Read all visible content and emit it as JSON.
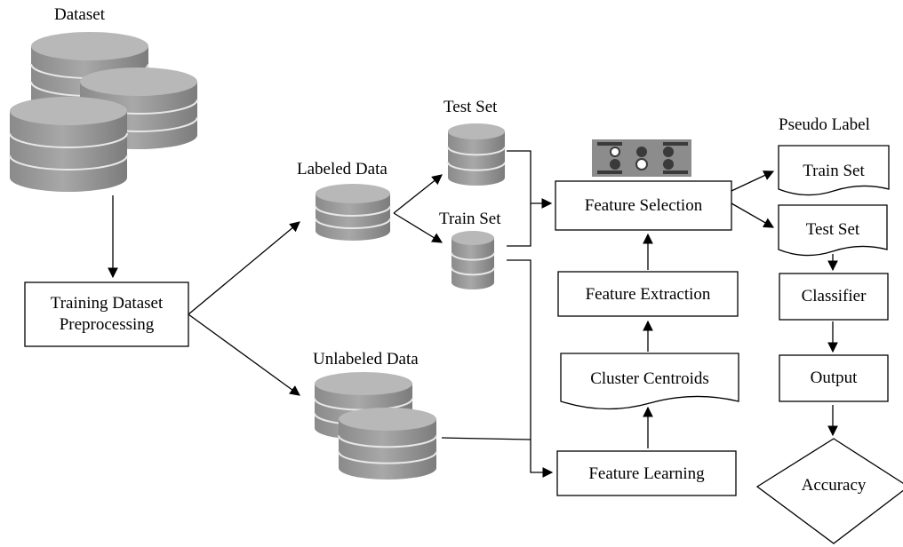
{
  "labels": {
    "dataset": "Dataset",
    "training_preprocessing_line1": "Training Dataset",
    "training_preprocessing_line2": "Preprocessing",
    "labeled_data": "Labeled Data",
    "unlabeled_data": "Unlabeled Data",
    "test_set": "Test Set",
    "train_set": "Train Set",
    "feature_selection": "Feature Selection",
    "feature_extraction": "Feature Extraction",
    "cluster_centroids": "Cluster Centroids",
    "feature_learning": "Feature Learning",
    "pseudo_label": "Pseudo Label",
    "pl_train_set": "Train Set",
    "pl_test_set": "Test Set",
    "classifier": "Classifier",
    "output": "Output",
    "accuracy": "Accuracy"
  },
  "colors": {
    "cylinder_top": "#b8b8b8",
    "cylinder_body": "#9a9a9a",
    "line": "#000000",
    "icon_bg": "#8c8c8c"
  }
}
